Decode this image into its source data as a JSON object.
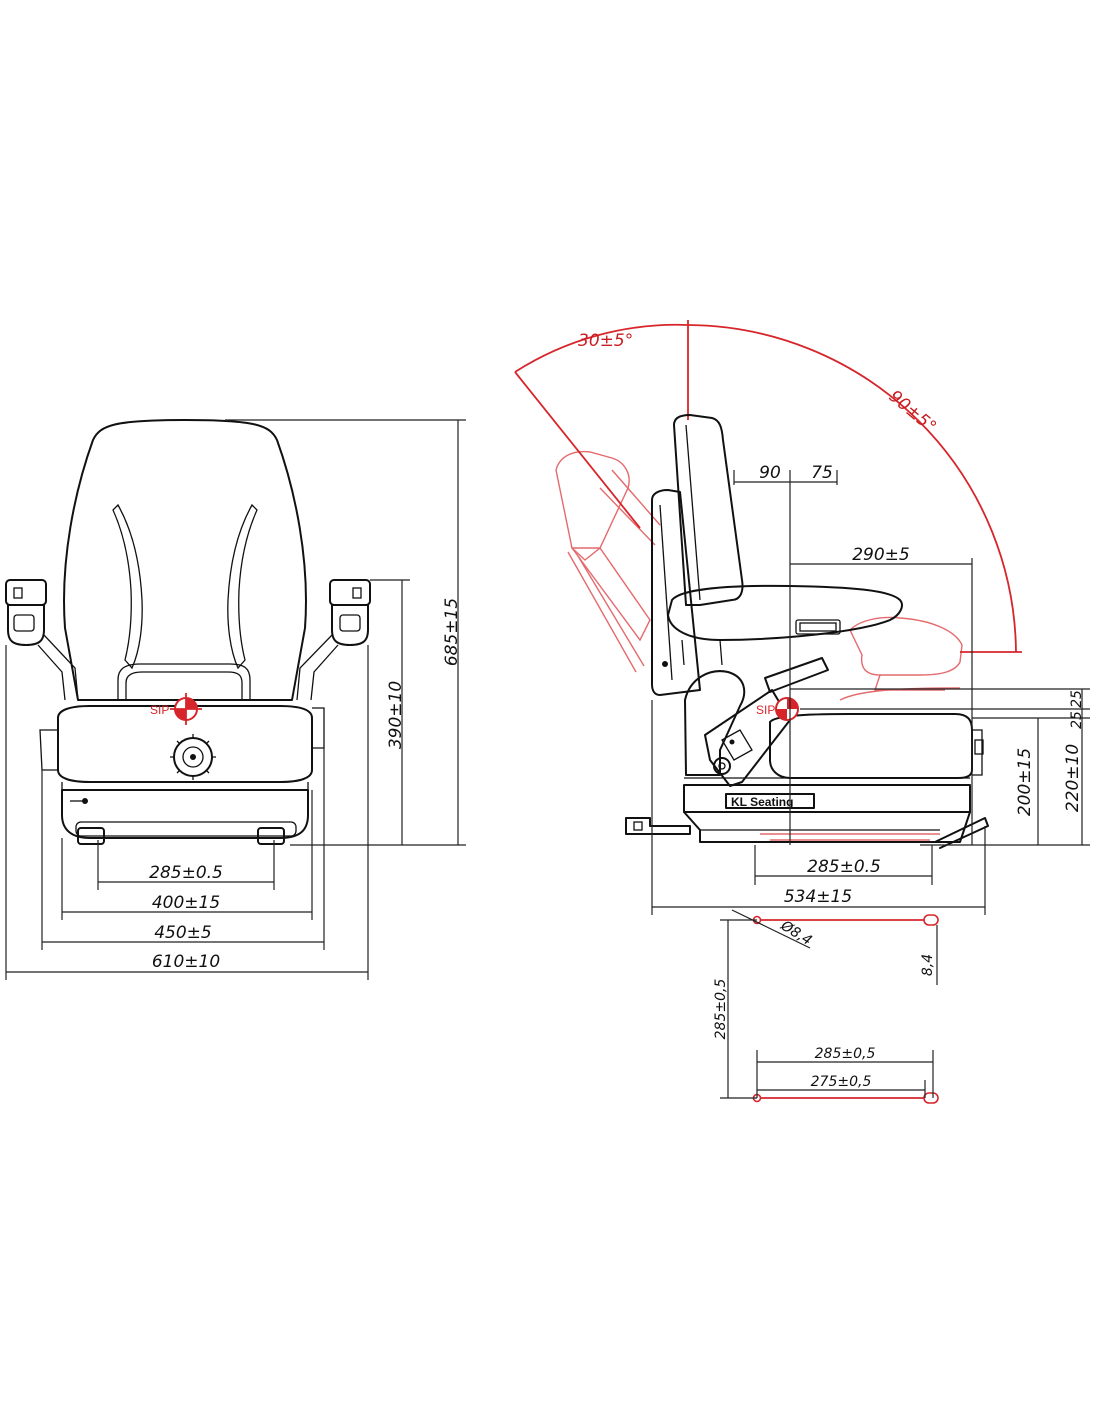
{
  "front_view": {
    "sip_label": "SIP",
    "dims": {
      "height_total": "685±15",
      "armrest_height": "390±10",
      "rail_spacing": "285±0.5",
      "base_width": "400±15",
      "cushion_width": "450±5",
      "overall_width": "610±10"
    }
  },
  "side_view": {
    "sip_label": "SIP",
    "logo_text": "KL Seating",
    "dims": {
      "recline_forward": "30±5°",
      "recline_back": "90±5°",
      "backrest_offset_a": "90",
      "backrest_offset_b": "75",
      "armrest_length": "290±5",
      "sip_height_a": "25",
      "sip_height_b": "25",
      "seat_height": "200±15",
      "seat_height_total": "220±10",
      "rail_spacing": "285±0.5",
      "overall_depth": "534±15"
    }
  },
  "mounting_pattern": {
    "dims": {
      "hole_diameter": "Ø8,4",
      "slot_width": "8,4",
      "front_back_spacing": "285±0,5",
      "side_spacing_max": "285±0,5",
      "side_spacing_min": "275±0,5"
    }
  },
  "colors": {
    "line": "#111111",
    "accent": "#d6262b"
  }
}
